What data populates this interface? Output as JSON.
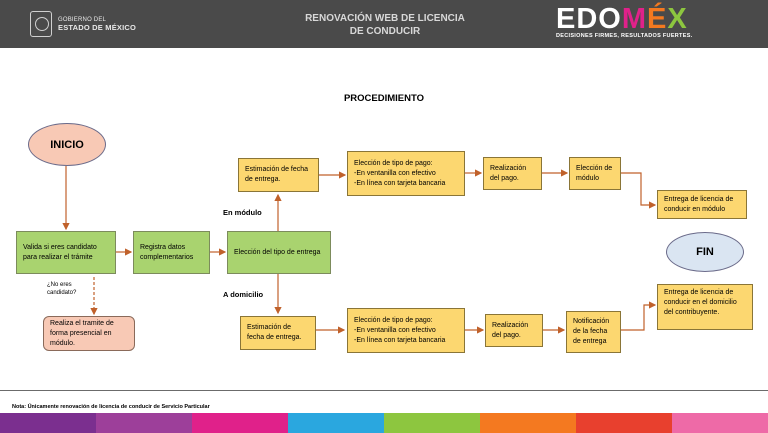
{
  "header": {
    "gov_line1": "GOBIERNO DEL",
    "gov_line2": "ESTADO DE MÉXICO",
    "title_line1": "RENOVACIÓN WEB DE LICENCIA",
    "title_line2": "DE CONDUCIR",
    "brand_part1": "EDO",
    "brand_part2": "M",
    "brand_part3": "É",
    "brand_part4": "X",
    "tagline": "DECISIONES FIRMES, RESULTADOS FUERTES."
  },
  "diagram": {
    "title": "PROCEDIMIENTO",
    "inicio": "INICIO",
    "fin": "FIN",
    "valida": "Valida si eres candidato para realizar el trámite",
    "registra": "Registra datos complementarios",
    "eleccion_entrega": "Elección del tipo de entrega",
    "label_modulo": "En módulo",
    "label_domicilio": "A domicilio",
    "no_candidato": "¿No eres candidato?",
    "presencial": "Realiza el tramite de forma presencial en módulo.",
    "modulo_row": {
      "estimacion": "Estimación de fecha de entrega.",
      "pago_title": "Elección de tipo de pago:",
      "pago_opt1": "-En ventanilla con efectivo",
      "pago_opt2": "-En línea con tarjeta bancaria",
      "realizacion": "Realización del pago.",
      "eleccion_modulo": "Elección de módulo",
      "entrega": "Entrega de licencia de conducir en módulo"
    },
    "domicilio_row": {
      "estimacion": "Estimación de fecha de entrega.",
      "pago_title": "Elección de tipo de pago:",
      "pago_opt1": "-En ventanilla con efectivo",
      "pago_opt2": "-En línea con tarjeta bancaria",
      "realizacion": "Realización del pago.",
      "notificacion": "Notificación de la fecha de entrega",
      "entrega": "Entrega de licencia de conducir en el domicilio del contribuyente."
    }
  },
  "footer": {
    "note": "Nota: Únicamente renovación de licencia de conducir de Servicio Particular"
  },
  "colors": {
    "header_bg": "#4a4a4a",
    "box_green": "#a9d36f",
    "box_yellow": "#fcd770",
    "box_pink": "#f8c9b5",
    "arrow": "#c0612b",
    "stripes": [
      "#7b2f8f",
      "#9d3f9a",
      "#e0218a",
      "#2aa7df",
      "#8dc63f",
      "#f47920",
      "#e8402e",
      "#ee6aa7"
    ]
  }
}
